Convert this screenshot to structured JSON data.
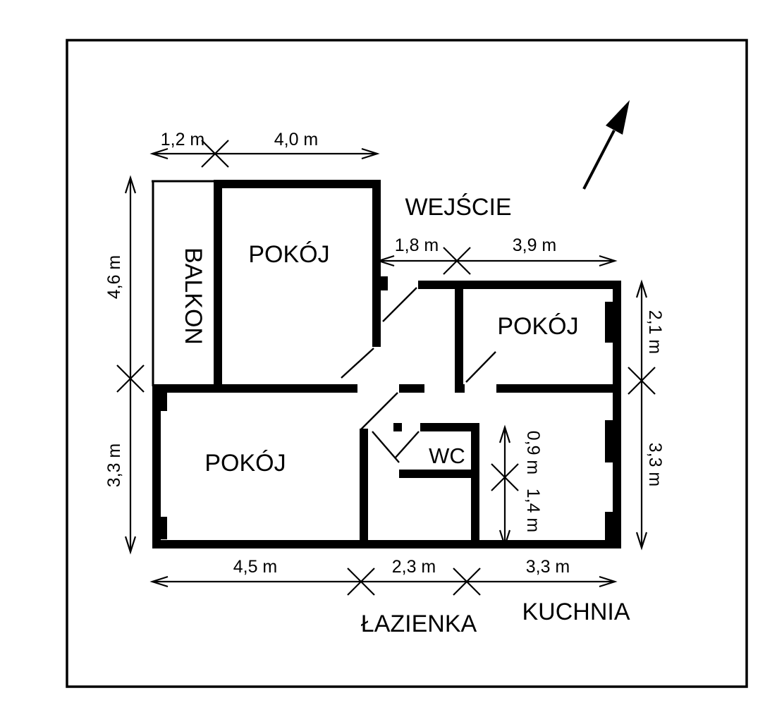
{
  "floor_plan": {
    "entrance_label": "WEJŚCIE",
    "rooms": {
      "balcony": "BALKON",
      "room_top_left": "POKÓJ",
      "room_right": "POKÓJ",
      "room_bottom_left": "POKÓJ",
      "wc": "WC",
      "bathroom": "ŁAZIENKA",
      "kitchen": "KUCHNIA"
    },
    "dimensions": {
      "balcony_width": "1,2 m",
      "room_top_width": "4,0 m",
      "left_upper": "4,6 m",
      "left_lower": "3,3 m",
      "entrance_width": "1,8 m",
      "room_right_width": "3,9 m",
      "room_right_height": "2,1 m",
      "right_lower": "3,3 m",
      "wc_height": "0,9 m",
      "below_wc": "1,4 m",
      "bottom_left": "4,5 m",
      "bottom_middle": "2,3 m",
      "bottom_right": "3,3 m"
    },
    "colors": {
      "wall": "#000000",
      "background": "#ffffff"
    }
  }
}
